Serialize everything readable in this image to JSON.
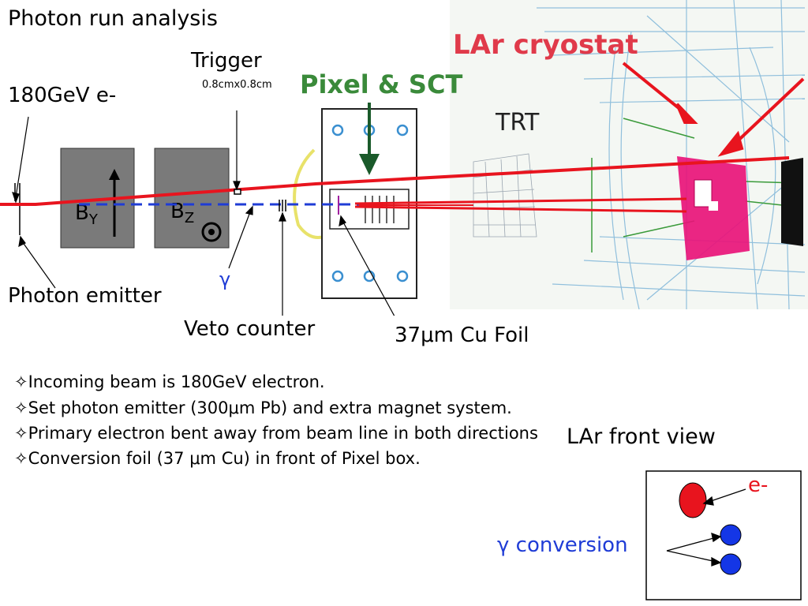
{
  "title": "Photon run analysis",
  "labels": {
    "beam": "180GeV e-",
    "trigger": "Trigger",
    "trigger_size": "0.8cmx0.8cm",
    "pixel_sct": "Pixel & SCT",
    "lar_cryostat": "LAr cryostat",
    "trt": "TRT",
    "by_main": "B",
    "by_sub": "Y",
    "bz_main": "B",
    "bz_sub": "Z",
    "gamma": "γ",
    "photon_emitter": "Photon emitter",
    "veto_counter": "Veto counter",
    "cu_foil": "37μm Cu Foil",
    "lar_front_view": "LAr front view",
    "e_minus": "e-",
    "gamma_conversion": "γ conversion"
  },
  "bullets": [
    "Incoming beam is 180GeV electron.",
    "Set photon emitter (300μm Pb) and extra magnet system.",
    "Primary electron bent away from beam line in both directions",
    "Conversion foil (37 μm Cu) in front of Pixel box."
  ],
  "colors": {
    "beam_red": "#e8141e",
    "photon_blue": "#1f3cd6",
    "magnet_gray": "#7a7a7a",
    "lar_pink": "#e8147a",
    "dot_red": "#e8141e",
    "dot_blue": "#1436e6",
    "pixel_green": "#3a8a3a",
    "cryostat_red": "#e03a4a"
  }
}
